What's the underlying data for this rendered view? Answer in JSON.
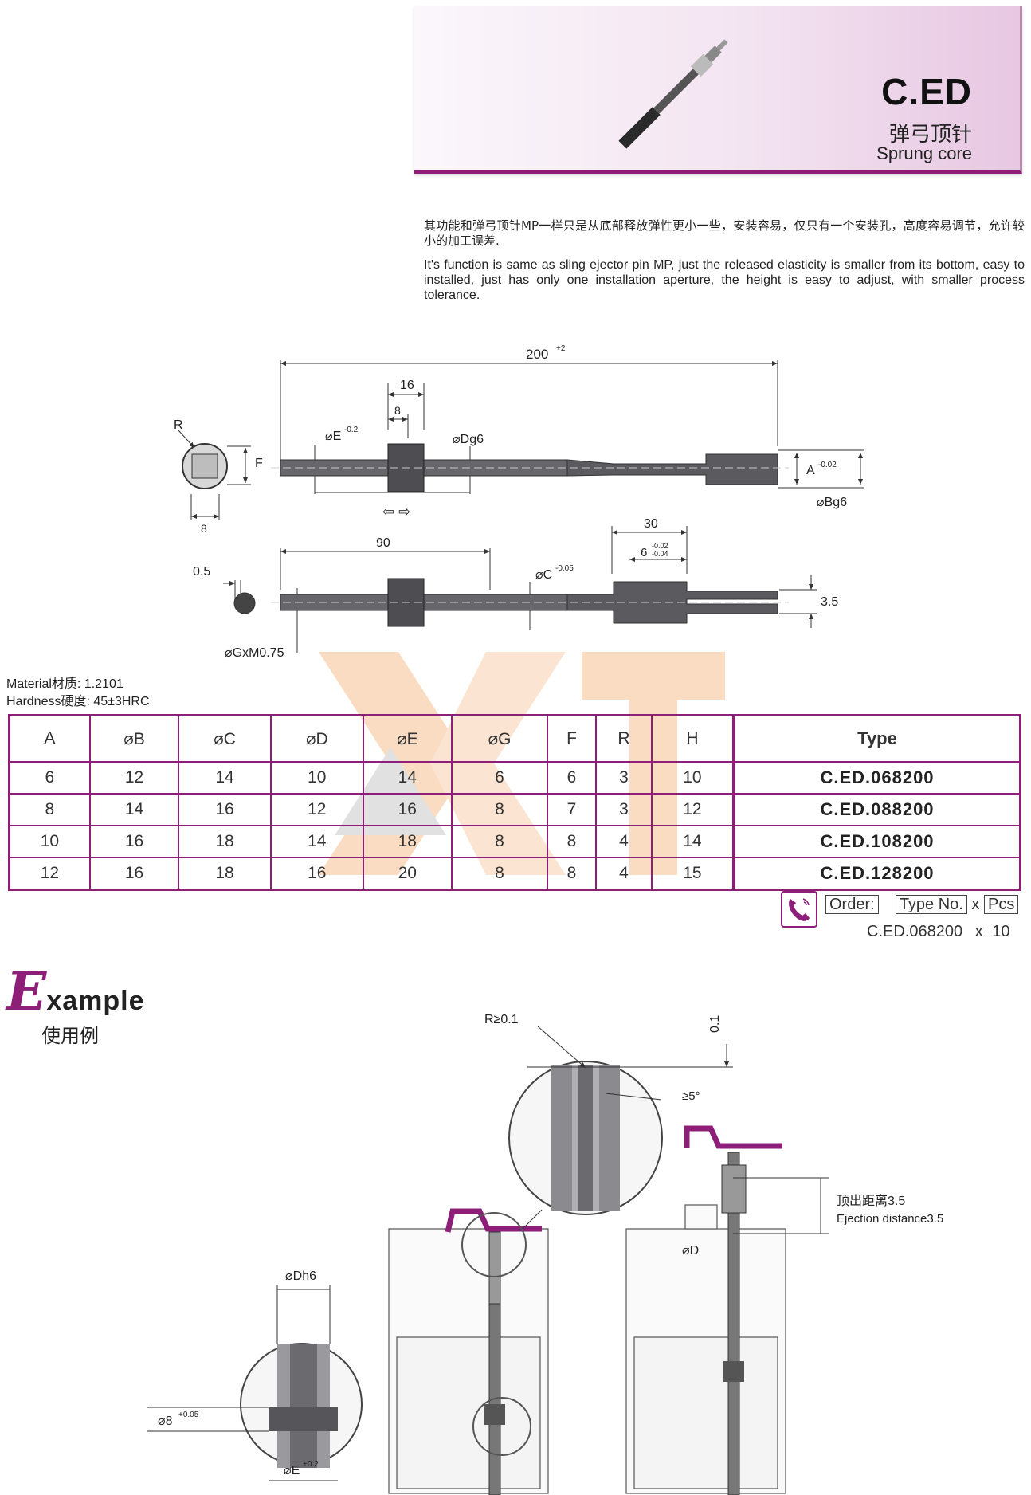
{
  "header": {
    "code": "C.ED",
    "title_cn": "弹弓顶针",
    "title_en": "Sprung core"
  },
  "description": {
    "cn": "其功能和弹弓顶针MP一样只是从底部释放弹性更小一些，安装容易，仅只有一个安装孔，高度容易调节，允许较小的加工误差.",
    "en": "It's function is same as sling ejector pin MP, just the released elasticity is smaller from its bottom, easy to installed, just has only one installation aperture, the height is easy to adjust, with smaller process tolerance."
  },
  "drawing": {
    "total_length": "200",
    "total_tol": "+2",
    "dim_16": "16",
    "dim_8_top": "8",
    "e_label": "⌀E",
    "e_tol": "-0.2",
    "dg6": "⌀Dg6",
    "a_label": "A",
    "a_tol": "-0.02",
    "bg6": "⌀Bg6",
    "r_label": "R",
    "f_label": "F",
    "side_8": "8",
    "dim_90": "90",
    "dim_30": "30",
    "dim_6": "6",
    "dim_6_tol_up": "-0.02",
    "dim_6_tol_dn": "-0.04",
    "c_label": "⌀C",
    "c_tol": "-0.05",
    "dim_05": "0.5",
    "dim_35": "3.5",
    "gm": "⌀GxM0.75"
  },
  "material": "Material材质: 1.2101",
  "hardness": "Hardness硬度: 45±3HRC",
  "table": {
    "headers": [
      "A",
      "⌀B",
      "⌀C",
      "⌀D",
      "⌀E",
      "⌀G",
      "F",
      "R",
      "H",
      "Type"
    ],
    "rows": [
      [
        "6",
        "12",
        "14",
        "10",
        "14",
        "6",
        "6",
        "3",
        "10",
        "C.ED.068200"
      ],
      [
        "8",
        "14",
        "16",
        "12",
        "16",
        "8",
        "7",
        "3",
        "12",
        "C.ED.088200"
      ],
      [
        "10",
        "16",
        "18",
        "14",
        "18",
        "8",
        "8",
        "4",
        "14",
        "C.ED.108200"
      ],
      [
        "12",
        "16",
        "18",
        "16",
        "20",
        "8",
        "8",
        "4",
        "15",
        "C.ED.128200"
      ]
    ]
  },
  "order": {
    "label": "Order:",
    "type_no": "Type No.",
    "x": "x",
    "pcs": "Pcs",
    "example_type": "C.ED.068200",
    "example_x": "x",
    "example_qty": "10"
  },
  "example": {
    "big_letter": "E",
    "rest": "xample",
    "cn": "使用例",
    "r_label": "R≥0.1",
    "dim_01": "0.1",
    "angle": "≥5°",
    "ejection_cn": "顶出距离3.5",
    "ejection_en": "Ejection distance3.5",
    "d_label": "⌀D",
    "dh6": "⌀Dh6",
    "d8": "⌀8",
    "d8_tol": "+0.05",
    "e_label": "⌀E",
    "e_tol": "+0.2"
  },
  "colors": {
    "accent": "#8e1f79",
    "metal": "#5a5a5f"
  }
}
